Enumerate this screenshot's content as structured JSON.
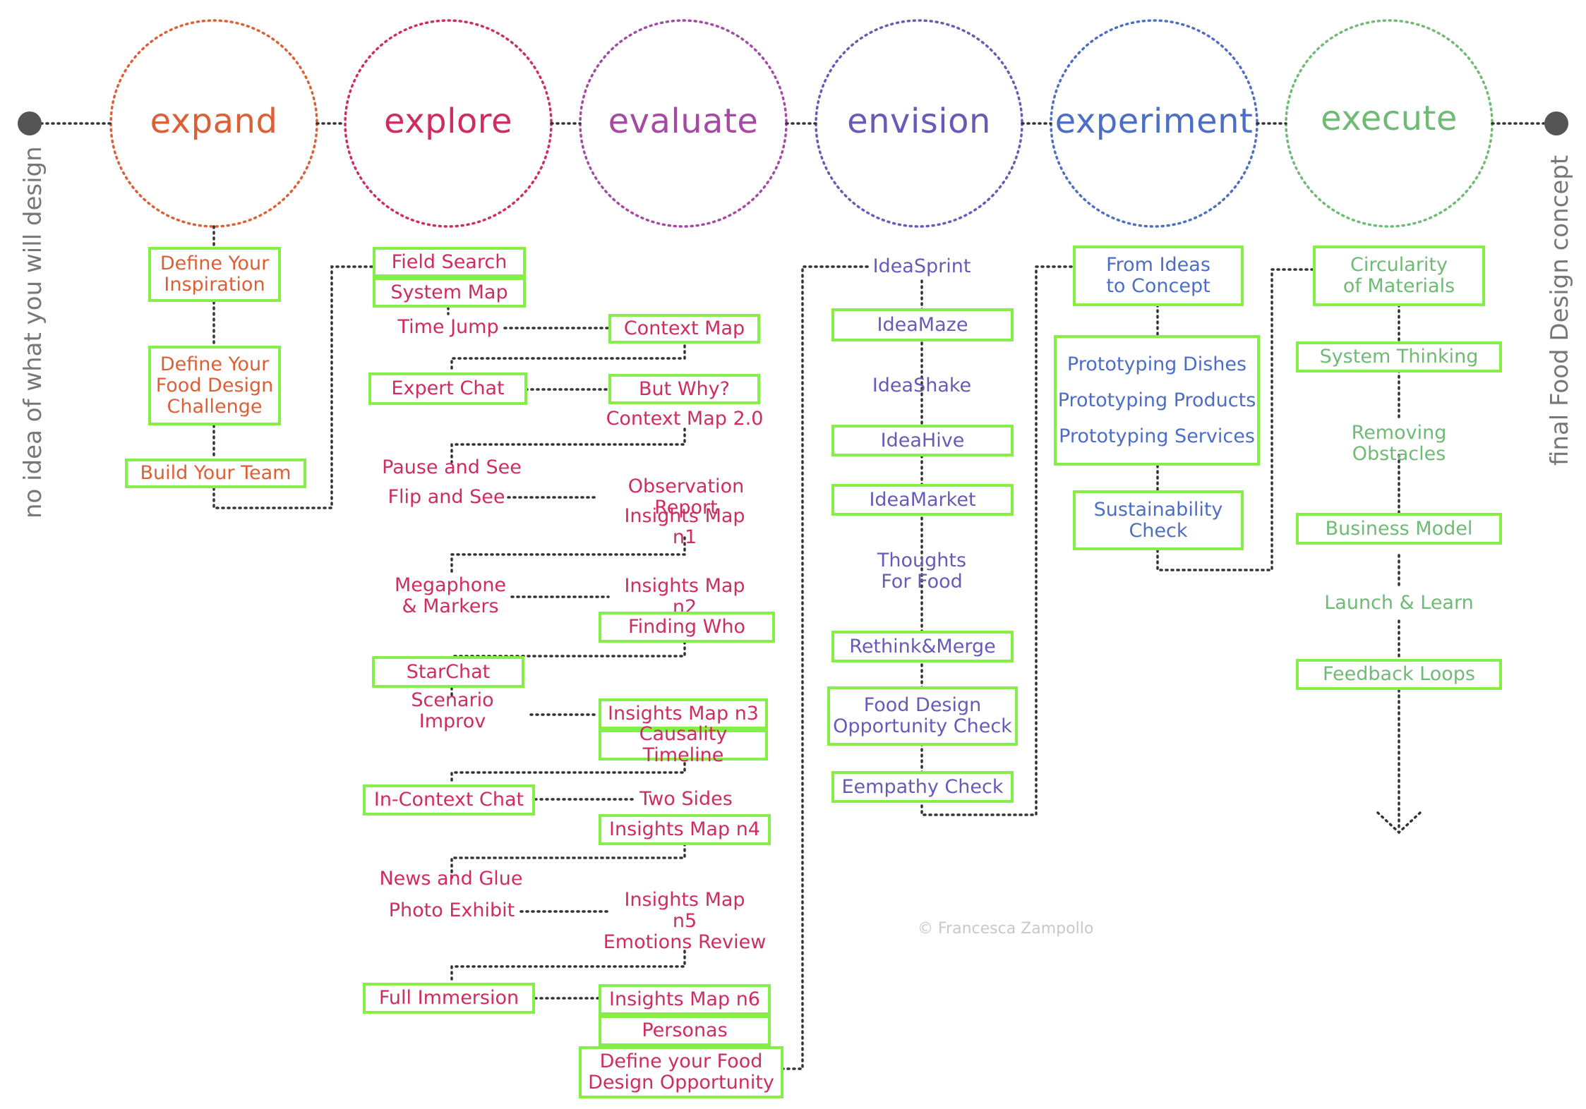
{
  "colors": {
    "expand": "#dc5f36",
    "explore": "#cf2c5f",
    "evaluate": "#a549a3",
    "envision": "#6a59b7",
    "experiment": "#4c6ec4",
    "execute": "#6fba74",
    "box_highlight": "#85ef47",
    "connector": "#333333",
    "endpoint": "#555555"
  },
  "phases": {
    "expand": "expand",
    "explore": "explore",
    "evaluate": "evaluate",
    "envision": "envision",
    "experiment": "experiment",
    "execute": "execute"
  },
  "start_label": "no idea of what you will design",
  "end_label": "final Food Design concept",
  "copyright": "© Francesca Zampollo",
  "expand_steps": {
    "define_inspiration": "Define Your\nInspiration",
    "define_challenge": "Define Your\nFood Design\nChallenge",
    "build_team": "Build Your Team"
  },
  "explore_steps": {
    "field_search": "Field Search",
    "system_map": "System Map",
    "time_jump": "Time Jump",
    "context_map": "Context Map",
    "expert_chat": "Expert Chat",
    "but_why": "But Why?",
    "context_map_2": "Context Map 2.0",
    "pause_and_see": "Pause and See",
    "flip_and_see": "Flip and See",
    "observation_report": "Observation Report",
    "insights_map_n1": "Insights Map n1",
    "megaphone_markers": "Megaphone\n& Markers",
    "insights_map_n2": "Insights Map n2",
    "finding_who": "Finding Who",
    "starchat": "StarChat",
    "scenario_improv": "Scenario Improv",
    "insights_map_n3": "Insights Map n3",
    "causality_timeline": "Causality Timeline",
    "in_context_chat": "In-Context Chat",
    "two_sides": "Two Sides",
    "insights_map_n4": "Insights Map n4",
    "news_and_glue": "News and Glue",
    "photo_exhibit": "Photo Exhibit",
    "insights_map_n5": "Insights Map n5",
    "emotions_review": "Emotions Review",
    "full_immersion": "Full Immersion",
    "insights_map_n6": "Insights Map n6",
    "personas": "Personas",
    "define_opportunity": "Define your Food\nDesign Opportunity"
  },
  "envision_steps": {
    "ideasprint": "IdeaSprint",
    "ideamaze": "IdeaMaze",
    "ideashake": "IdeaShake",
    "ideahive": "IdeaHive",
    "ideamarket": "IdeaMarket",
    "thoughts_for_food": "Thoughts\nFor Food",
    "rethink_merge": "Rethink&Merge",
    "opportunity_check": "Food Design\nOpportunity Check",
    "eempathy_check": "Eempathy Check"
  },
  "experiment_steps": {
    "from_ideas": "From Ideas\nto Concept",
    "prototyping_dishes": "Prototyping Dishes",
    "prototyping_products": "Prototyping Products",
    "prototyping_services": "Prototyping Services",
    "sustainability_check": "Sustainability\nCheck"
  },
  "execute_steps": {
    "circularity": "Circularity\nof Materials",
    "system_thinking": "System Thinking",
    "removing_obstacles": "Removing\nObstacles",
    "business_model": "Business Model",
    "launch_learn": "Launch & Learn",
    "feedback_loops": "Feedback Loops"
  }
}
